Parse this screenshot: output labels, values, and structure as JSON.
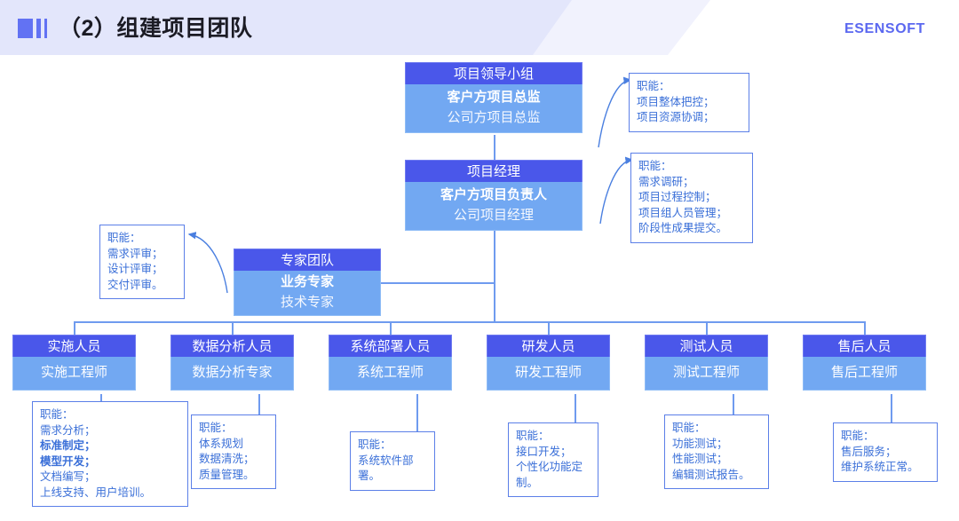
{
  "header": {
    "icon": "bars-icon",
    "title": "（2）组建项目团队",
    "logo": "ESENSOFT"
  },
  "chart_data": {
    "type": "diagram",
    "title": "（2）组建项目团队",
    "diagram_kind": "org-chart",
    "nodes": [
      {
        "id": "leadership",
        "head": "项目领导小组",
        "line1": "客户方项目总监",
        "line2": "公司方项目总监",
        "line1_bold": true
      },
      {
        "id": "pm",
        "head": "项目经理",
        "line1": "客户方项目负责人",
        "line2": "公司项目经理",
        "line1_bold": true
      },
      {
        "id": "expert",
        "head": "专家团队",
        "line1": "业务专家",
        "line2": "技术专家",
        "line1_bold": true
      },
      {
        "id": "impl",
        "head": "实施人员",
        "line1": "实施工程师",
        "line2": "",
        "line1_bold": false
      },
      {
        "id": "data",
        "head": "数据分析人员",
        "line1": "数据分析专家",
        "line2": "",
        "line1_bold": false
      },
      {
        "id": "deploy",
        "head": "系统部署人员",
        "line1": "系统工程师",
        "line2": "",
        "line1_bold": false
      },
      {
        "id": "dev",
        "head": "研发人员",
        "line1": "研发工程师",
        "line2": "",
        "line1_bold": false
      },
      {
        "id": "test",
        "head": "测试人员",
        "line1": "测试工程师",
        "line2": "",
        "line1_bold": false
      },
      {
        "id": "support",
        "head": "售后人员",
        "line1": "售后工程师",
        "line2": "",
        "line1_bold": false
      }
    ],
    "notes": [
      {
        "id": "note-leadership",
        "for": "leadership",
        "title": "职能：",
        "items": [
          "项目整体把控；",
          "项目资源协调；"
        ]
      },
      {
        "id": "note-pm",
        "for": "pm",
        "title": "职能：",
        "items": [
          "需求调研；",
          "项目过程控制；",
          "项目组人员管理；",
          "阶段性成果提交。"
        ]
      },
      {
        "id": "note-expert",
        "for": "expert",
        "title": "职能：",
        "items": [
          "需求评审；",
          "设计评审；",
          "交付评审。"
        ]
      },
      {
        "id": "note-impl",
        "for": "impl",
        "title": "职能：",
        "items": [
          "需求分析；",
          "标准制定；",
          "模型开发；",
          "文档编写；",
          "上线支持、用户培训。"
        ],
        "bold_items": [
          "标准制定；",
          "模型开发；"
        ]
      },
      {
        "id": "note-data",
        "for": "data",
        "title": "职能：",
        "items": [
          "体系规划",
          "数据清洗；",
          "质量管理。"
        ]
      },
      {
        "id": "note-deploy",
        "for": "deploy",
        "title": "职能：",
        "items": [
          "系统软件部",
          "署。"
        ]
      },
      {
        "id": "note-dev",
        "for": "dev",
        "title": "职能：",
        "items": [
          "接口开发；",
          "个性化功能定",
          "制。"
        ]
      },
      {
        "id": "note-test",
        "for": "test",
        "title": "职能：",
        "items": [
          "功能测试；",
          "性能测试；",
          "编辑测试报告。"
        ]
      },
      {
        "id": "note-support",
        "for": "support",
        "title": "职能：",
        "items": [
          "售后服务；",
          "维护系统正常。"
        ]
      }
    ],
    "colors": {
      "node_header": "#4a57ea",
      "node_body": "#72a8f2",
      "connector": "#6f9bef",
      "note_border": "#5b7fe8",
      "note_text": "#3a6fd8",
      "brand": "#5b68f0",
      "header_band": "#e3e6fb"
    }
  }
}
